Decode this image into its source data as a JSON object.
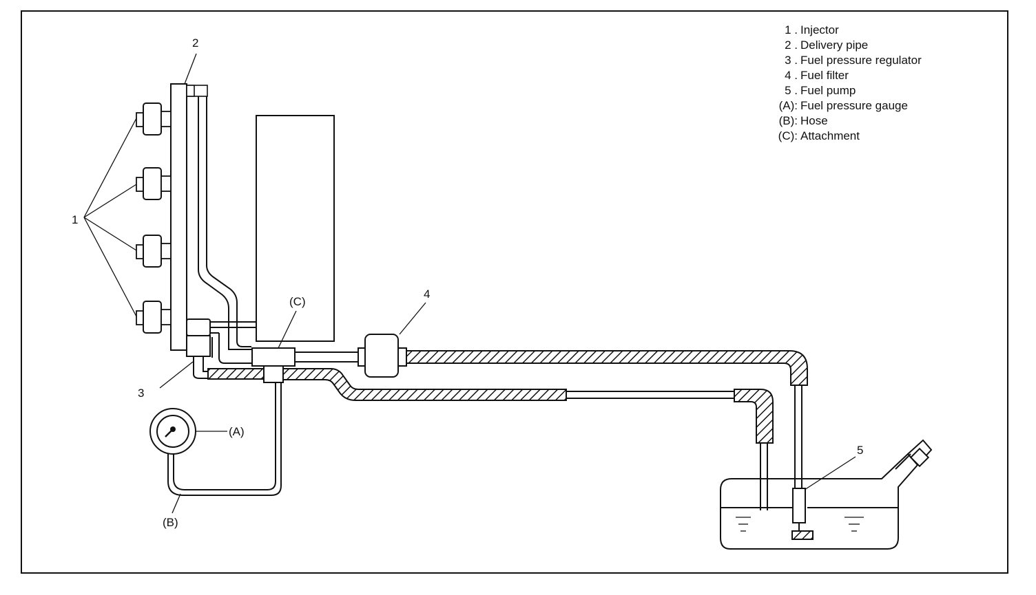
{
  "legend": [
    {
      "key": "1 .",
      "text": "Injector"
    },
    {
      "key": "2 .",
      "text": "Delivery pipe"
    },
    {
      "key": "3 .",
      "text": "Fuel pressure regulator"
    },
    {
      "key": "4 .",
      "text": "Fuel filter"
    },
    {
      "key": "5 .",
      "text": "Fuel pump"
    },
    {
      "key": "(A):",
      "text": "Fuel pressure gauge"
    },
    {
      "key": "(B):",
      "text": "Hose"
    },
    {
      "key": "(C):",
      "text": "Attachment"
    }
  ],
  "callouts": {
    "injector": "1",
    "delivery_pipe": "2",
    "regulator": "3",
    "filter": "4",
    "pump": "5",
    "gauge": "(A)",
    "hose": "(B)",
    "attachment": "(C)"
  }
}
